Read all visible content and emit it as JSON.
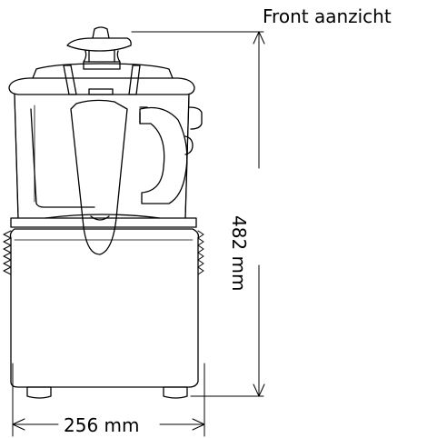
{
  "view_title": "Front aanzicht",
  "dimensions": {
    "height_label": "482 mm",
    "width_label": "256 mm"
  },
  "colors": {
    "line": "#000000",
    "background": "#ffffff"
  }
}
